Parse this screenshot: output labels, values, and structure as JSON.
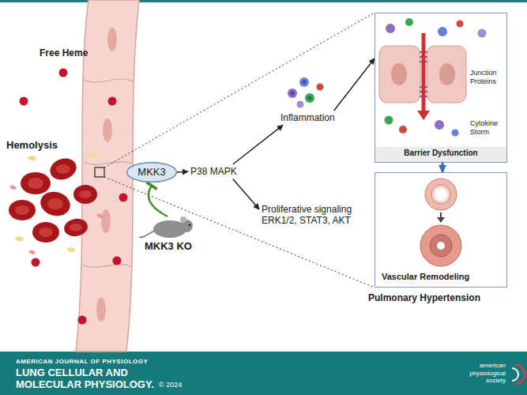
{
  "diagram": {
    "nodes": [
      {
        "text": [
          "Junction Proteins",
          "Cytokine Storm",
          "Barrier Dysfunction"
        ]
      },
      {
        "text": [
          "Inflammation"
        ]
      },
      {
        "text": [
          "MKK3"
        ]
      },
      {
        "text": [
          "P38 MAPK"
        ]
      },
      {
        "text": [
          "Proliferative signaling ERK1/2, STAT3, AKT"
        ]
      },
      {
        "text": [
          "MKK3 KO"
        ]
      },
      {
        "text": [
          "Vascular Remodeling"
        ]
      },
      {
        "text": [
          "AMERICAN JOURNAL OF PHYSIOLOGY",
          "LUNG CELLULAR AND MOLECULAR PHYSIOLOGY.",
          "© 2024",
          "american physiological society"
        ]
      }
    ],
    "edges": [
      {
        "from": 2,
        "to": 3,
        "arrow": "to"
      },
      {
        "from": 3,
        "to": 1,
        "arrow": "to"
      },
      {
        "from": 3,
        "to": 4,
        "arrow": "to"
      },
      {
        "from": 1,
        "to": 0,
        "arrow": "to"
      },
      {
        "from": 0,
        "to": 6,
        "arrow": "to"
      },
      {
        "from": 5,
        "to": 2,
        "arrow": "to"
      }
    ],
    "labels": [
      "Free Heme",
      "Hemolysis",
      "Pulmonary Hypertension"
    ]
  }
}
